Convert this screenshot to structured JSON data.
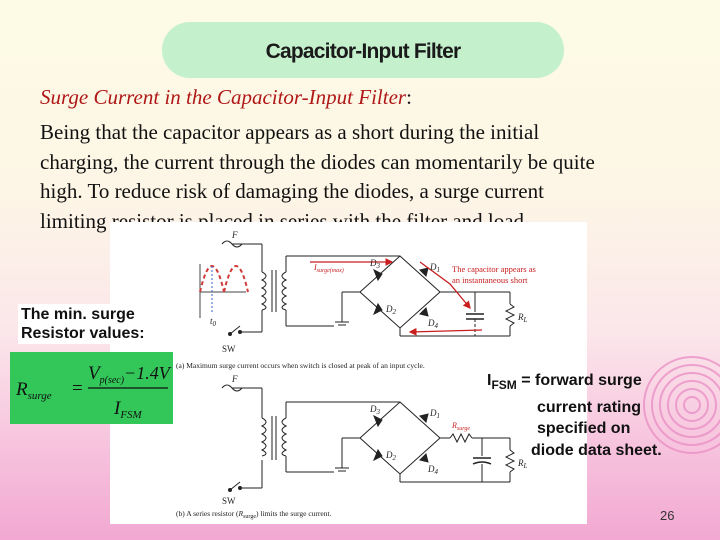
{
  "slide": {
    "title": "Capacitor-Input Filter",
    "subtitle": "Surge Current in the Capacitor-Input Filter",
    "subtitle_colon": ":",
    "paragraph_lines": [
      "Being that the capacitor appears as a short during the initial",
      "charging, the current through the diodes can momentarily be quite",
      "high. To reduce risk of damaging the diodes, a surge current",
      "limiting resistor is placed in series with the filter and load."
    ],
    "page_number": "26",
    "accent_title_bg": "#c4f0cc",
    "accent_subtitle": "#b01818",
    "accent_formula_bg": "#33c659"
  },
  "left_label": {
    "line1": "The min. surge",
    "line2": "Resistor values:"
  },
  "formula": {
    "lhs_main": "R",
    "lhs_sub": "surge",
    "equals": "=",
    "num_main": "V",
    "num_sub": "p(sec)",
    "num_rest": "−1.4V",
    "den_main": "I",
    "den_sub": "FSM"
  },
  "ifsm_note": {
    "symbol": "I",
    "symbol_sub": "FSM",
    "line1_rest": " = forward surge",
    "line2": "current rating",
    "line3": "specified on",
    "line4": "diode data sheet."
  },
  "circuit": {
    "top": {
      "fuse_label": "F",
      "surge_label": "I",
      "surge_label_sub": "surge(max)",
      "d3": "D",
      "d3_sub": "3",
      "d1": "D",
      "d1_sub": "1",
      "d2": "D",
      "d2_sub": "2",
      "d4": "D",
      "d4_sub": "4",
      "rl": "R",
      "rl_sub": "L",
      "annotation_line1": "The capacitor appears as",
      "annotation_line2": "an instantaneous short",
      "t0": "t",
      "t0_sub": "0",
      "switch_label": "SW",
      "caption": "(a) Maximum surge current occurs when switch is closed at peak of an input cycle."
    },
    "bottom": {
      "fuse_label": "F",
      "d3": "D",
      "d3_sub": "3",
      "d1": "D",
      "d1_sub": "1",
      "d2": "D",
      "d2_sub": "2",
      "d4": "D",
      "d4_sub": "4",
      "rsurge": "R",
      "rsurge_sub": "surge",
      "rl": "R",
      "rl_sub": "L",
      "switch_label": "SW",
      "caption_pre": "(b) A series resistor (",
      "caption_r": "R",
      "caption_r_sub": "surge",
      "caption_post": ") limits the surge current."
    }
  }
}
